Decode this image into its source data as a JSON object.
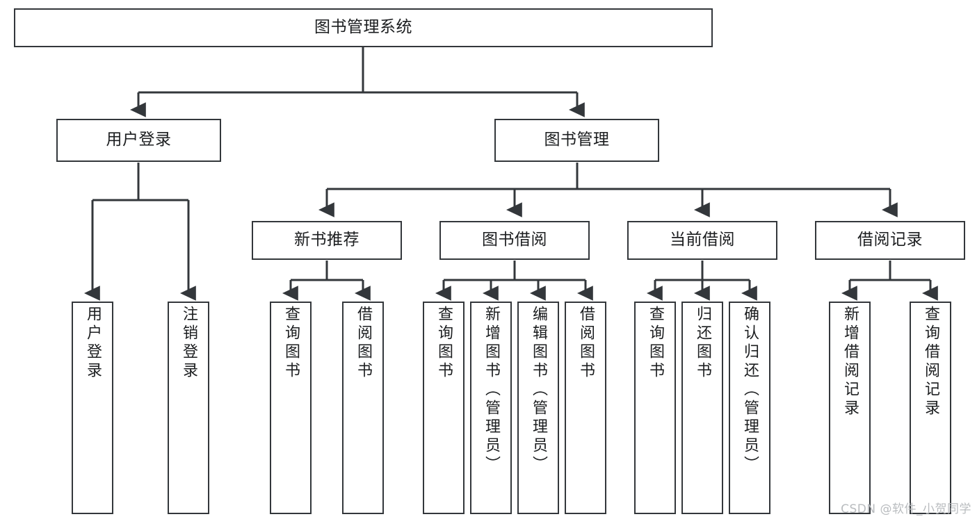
{
  "diagram": {
    "title": "图书管理系统",
    "watermark": "CSDN @软件_小贺同学",
    "stroke_color": "#33373b",
    "text_color": "#1b1d1f",
    "background_color": "#ffffff",
    "watermark_color": "#b9bcbf"
  },
  "nodes": {
    "root": {
      "label": "图书管理系统",
      "level": 1
    },
    "user_login": {
      "label": "用户登录",
      "level": 2
    },
    "book_manage": {
      "label": "图书管理",
      "level": 2
    },
    "new_book_rec": {
      "label": "新书推荐",
      "level": 3
    },
    "book_borrow": {
      "label": "图书借阅",
      "level": 3
    },
    "current_borrow": {
      "label": "当前借阅",
      "level": 3
    },
    "borrow_record": {
      "label": "借阅记录",
      "level": 3
    },
    "leaf_user_login": {
      "label": "用户登录",
      "level": 4
    },
    "leaf_logout": {
      "label": "注销登录",
      "level": 4
    },
    "leaf_query_book_1": {
      "label": "查询图书",
      "level": 4
    },
    "leaf_borrow_book_1": {
      "label": "借阅图书",
      "level": 4
    },
    "leaf_query_book_2": {
      "label": "查询图书",
      "level": 4
    },
    "leaf_add_book": {
      "label": "新增图书（管理员）",
      "level": 4
    },
    "leaf_edit_book": {
      "label": "编辑图书（管理员）",
      "level": 4
    },
    "leaf_borrow_book_2": {
      "label": "借阅图书",
      "level": 4
    },
    "leaf_query_book_3": {
      "label": "查询图书",
      "level": 4
    },
    "leaf_return_book": {
      "label": "归还图书",
      "level": 4
    },
    "leaf_confirm_return": {
      "label": "确认归还（管理员）",
      "level": 4
    },
    "leaf_add_record": {
      "label": "新增借阅记录",
      "level": 4
    },
    "leaf_query_record": {
      "label": "查询借阅记录",
      "level": 4
    }
  },
  "chart_data": {
    "type": "tree-diagram",
    "title": "图书管理系统",
    "orientation": "top-down",
    "tree": {
      "label": "图书管理系统",
      "children": [
        {
          "label": "用户登录",
          "children": [
            {
              "label": "用户登录",
              "children": []
            },
            {
              "label": "注销登录",
              "children": []
            }
          ]
        },
        {
          "label": "图书管理",
          "children": [
            {
              "label": "新书推荐",
              "children": [
                {
                  "label": "查询图书",
                  "children": []
                },
                {
                  "label": "借阅图书",
                  "children": []
                }
              ]
            },
            {
              "label": "图书借阅",
              "children": [
                {
                  "label": "查询图书",
                  "children": []
                },
                {
                  "label": "新增图书（管理员）",
                  "children": []
                },
                {
                  "label": "编辑图书（管理员）",
                  "children": []
                },
                {
                  "label": "借阅图书",
                  "children": []
                }
              ]
            },
            {
              "label": "当前借阅",
              "children": [
                {
                  "label": "查询图书",
                  "children": []
                },
                {
                  "label": "归还图书",
                  "children": []
                },
                {
                  "label": "确认归还（管理员）",
                  "children": []
                }
              ]
            },
            {
              "label": "借阅记录",
              "children": [
                {
                  "label": "新增借阅记录",
                  "children": []
                },
                {
                  "label": "查询借阅记录",
                  "children": []
                }
              ]
            }
          ]
        }
      ]
    }
  }
}
